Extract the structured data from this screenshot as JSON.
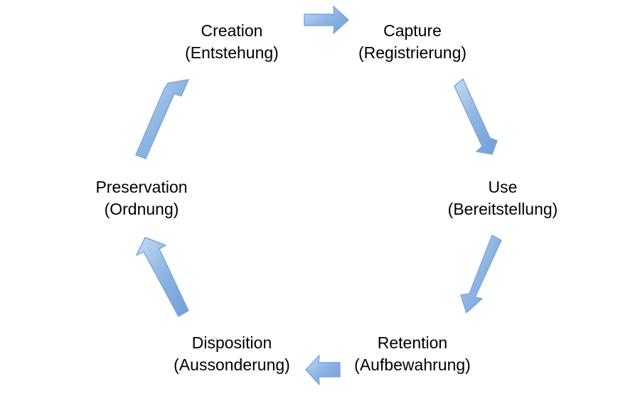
{
  "diagram": {
    "stages": [
      {
        "id": "creation",
        "name": "Creation",
        "translation": "(Entstehung)"
      },
      {
        "id": "capture",
        "name": "Capture",
        "translation": "(Registrierung)"
      },
      {
        "id": "use",
        "name": "Use",
        "translation": "(Bereitstellung)"
      },
      {
        "id": "retention",
        "name": "Retention",
        "translation": "(Aufbewahrung)"
      },
      {
        "id": "disposition",
        "name": "Disposition",
        "translation": "(Aussonderung)"
      },
      {
        "id": "preservation",
        "name": "Preservation",
        "translation": "(Ordnung)"
      }
    ],
    "arrow_color": "#8DB4E2",
    "arrow_outline": "#7FA8D8"
  }
}
